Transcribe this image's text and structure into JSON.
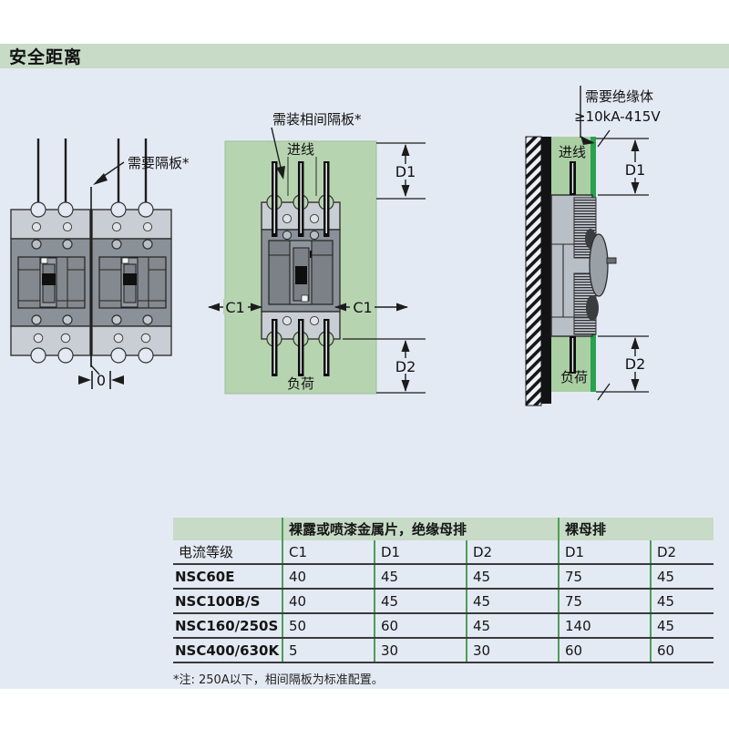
{
  "page": {
    "title": "安全距离",
    "footnote": "*注: 250A以下，相间隔板为标准配置。"
  },
  "colors": {
    "page_background": "#e4eaf4",
    "title_bar_green": "#c7dbc7",
    "diagram_green": "#b7d4b1",
    "insulation_green": "#2aa14d",
    "table_band_green": "#c7dbc7",
    "table_line_green": "#4d9e57"
  },
  "diagram_left": {
    "label": "需要隔板*",
    "gap_value": "0"
  },
  "diagram_middle": {
    "label": "需装相间隔板*",
    "incoming": "进线",
    "load": "负荷",
    "dim_c1_left": "C1",
    "dim_c1_right": "C1",
    "dim_d1": "D1",
    "dim_d2": "D2"
  },
  "diagram_right": {
    "label_line1": "需要绝缘体",
    "label_line2": "≥10kA-415V",
    "incoming": "进线",
    "load": "负荷",
    "dim_d1": "D1",
    "dim_d2": "D2"
  },
  "table": {
    "group_headers": [
      "裸露或喷漆金属片，绝缘母排",
      "裸母排"
    ],
    "col_headers": [
      "电流等级",
      "C1",
      "D1",
      "D2",
      "D1",
      "D2"
    ],
    "rows": [
      {
        "label": "NSC60E",
        "values": [
          "40",
          "45",
          "45",
          "75",
          "45"
        ]
      },
      {
        "label": "NSC100B/S",
        "values": [
          "40",
          "45",
          "45",
          "75",
          "45"
        ]
      },
      {
        "label": "NSC160/250S",
        "values": [
          "50",
          "60",
          "45",
          "140",
          "45"
        ]
      },
      {
        "label": "NSC400/630K",
        "values": [
          "5",
          "30",
          "30",
          "60",
          "60"
        ]
      }
    ]
  }
}
